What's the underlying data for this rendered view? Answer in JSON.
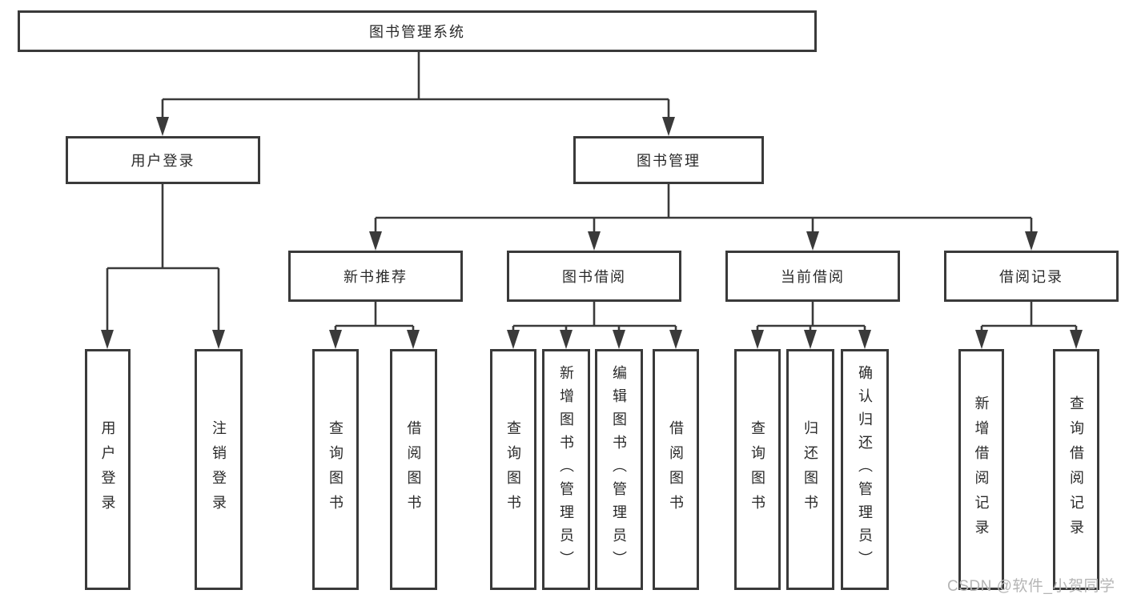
{
  "diagram": {
    "type": "hierarchy-tree",
    "root": {
      "label": "图书管理系统",
      "children": [
        {
          "label": "用户登录",
          "children": [
            {
              "label": "用户登录"
            },
            {
              "label": "注销登录"
            }
          ]
        },
        {
          "label": "图书管理",
          "children": [
            {
              "label": "新书推荐",
              "children": [
                {
                  "label": "查询图书"
                },
                {
                  "label": "借阅图书"
                }
              ]
            },
            {
              "label": "图书借阅",
              "children": [
                {
                  "label": "查询图书"
                },
                {
                  "label": "新增图书（管理员）"
                },
                {
                  "label": "编辑图书（管理员）"
                },
                {
                  "label": "借阅图书"
                }
              ]
            },
            {
              "label": "当前借阅",
              "children": [
                {
                  "label": "查询图书"
                },
                {
                  "label": "归还图书"
                },
                {
                  "label": "确认归还（管理员）"
                }
              ]
            },
            {
              "label": "借阅记录",
              "children": [
                {
                  "label": "新增借阅记录"
                },
                {
                  "label": "查询借阅记录"
                }
              ]
            }
          ]
        }
      ]
    }
  },
  "watermark": {
    "text": "CSDN @软件_小贺同学"
  },
  "colors": {
    "line": "#3a3a3a",
    "text": "#2a2a2a",
    "box_background": "#ffffff",
    "watermark": "#b5b5b5"
  }
}
